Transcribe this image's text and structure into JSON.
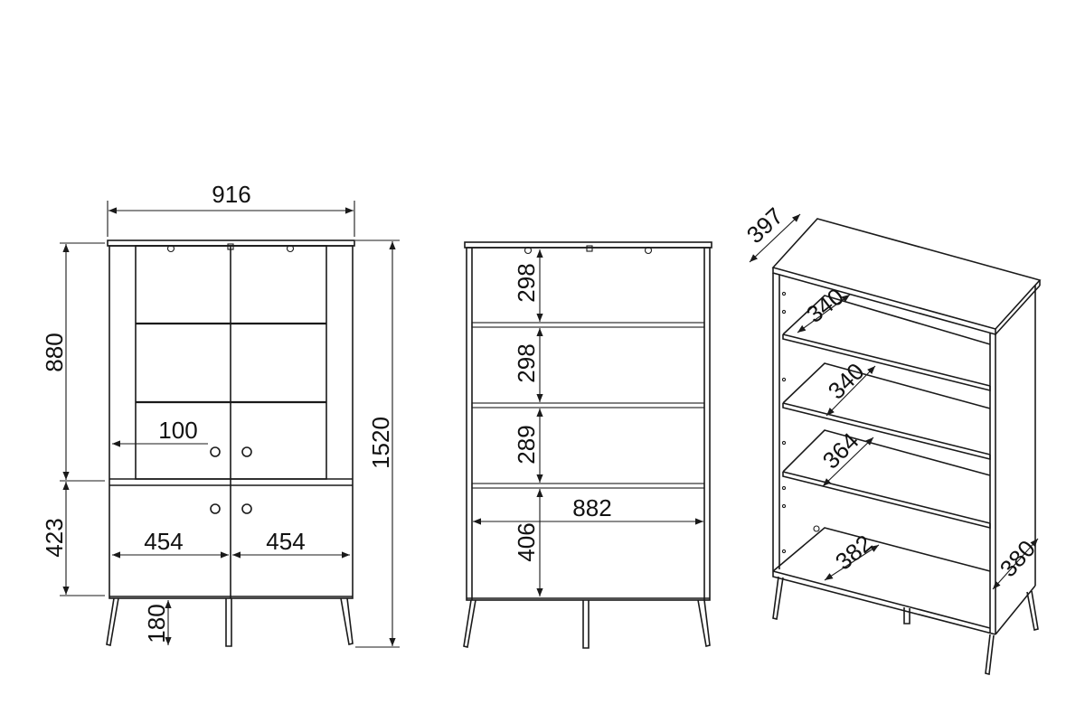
{
  "front_view": {
    "width_total": "916",
    "height_glass": "880",
    "height_total": "1520",
    "handle_offset": "100",
    "height_lower": "423",
    "door_left_width": "454",
    "door_right_width": "454",
    "leg_height": "180"
  },
  "open_view": {
    "shelf_1": "298",
    "shelf_2": "298",
    "shelf_3": "289",
    "inner_width": "882",
    "lower_compartment": "406"
  },
  "iso_view": {
    "depth_top": "397",
    "shelf_depth_1": "340",
    "shelf_depth_2": "340",
    "shelf_depth_3": "364",
    "bottom_depth": "382",
    "side_depth": "380"
  }
}
